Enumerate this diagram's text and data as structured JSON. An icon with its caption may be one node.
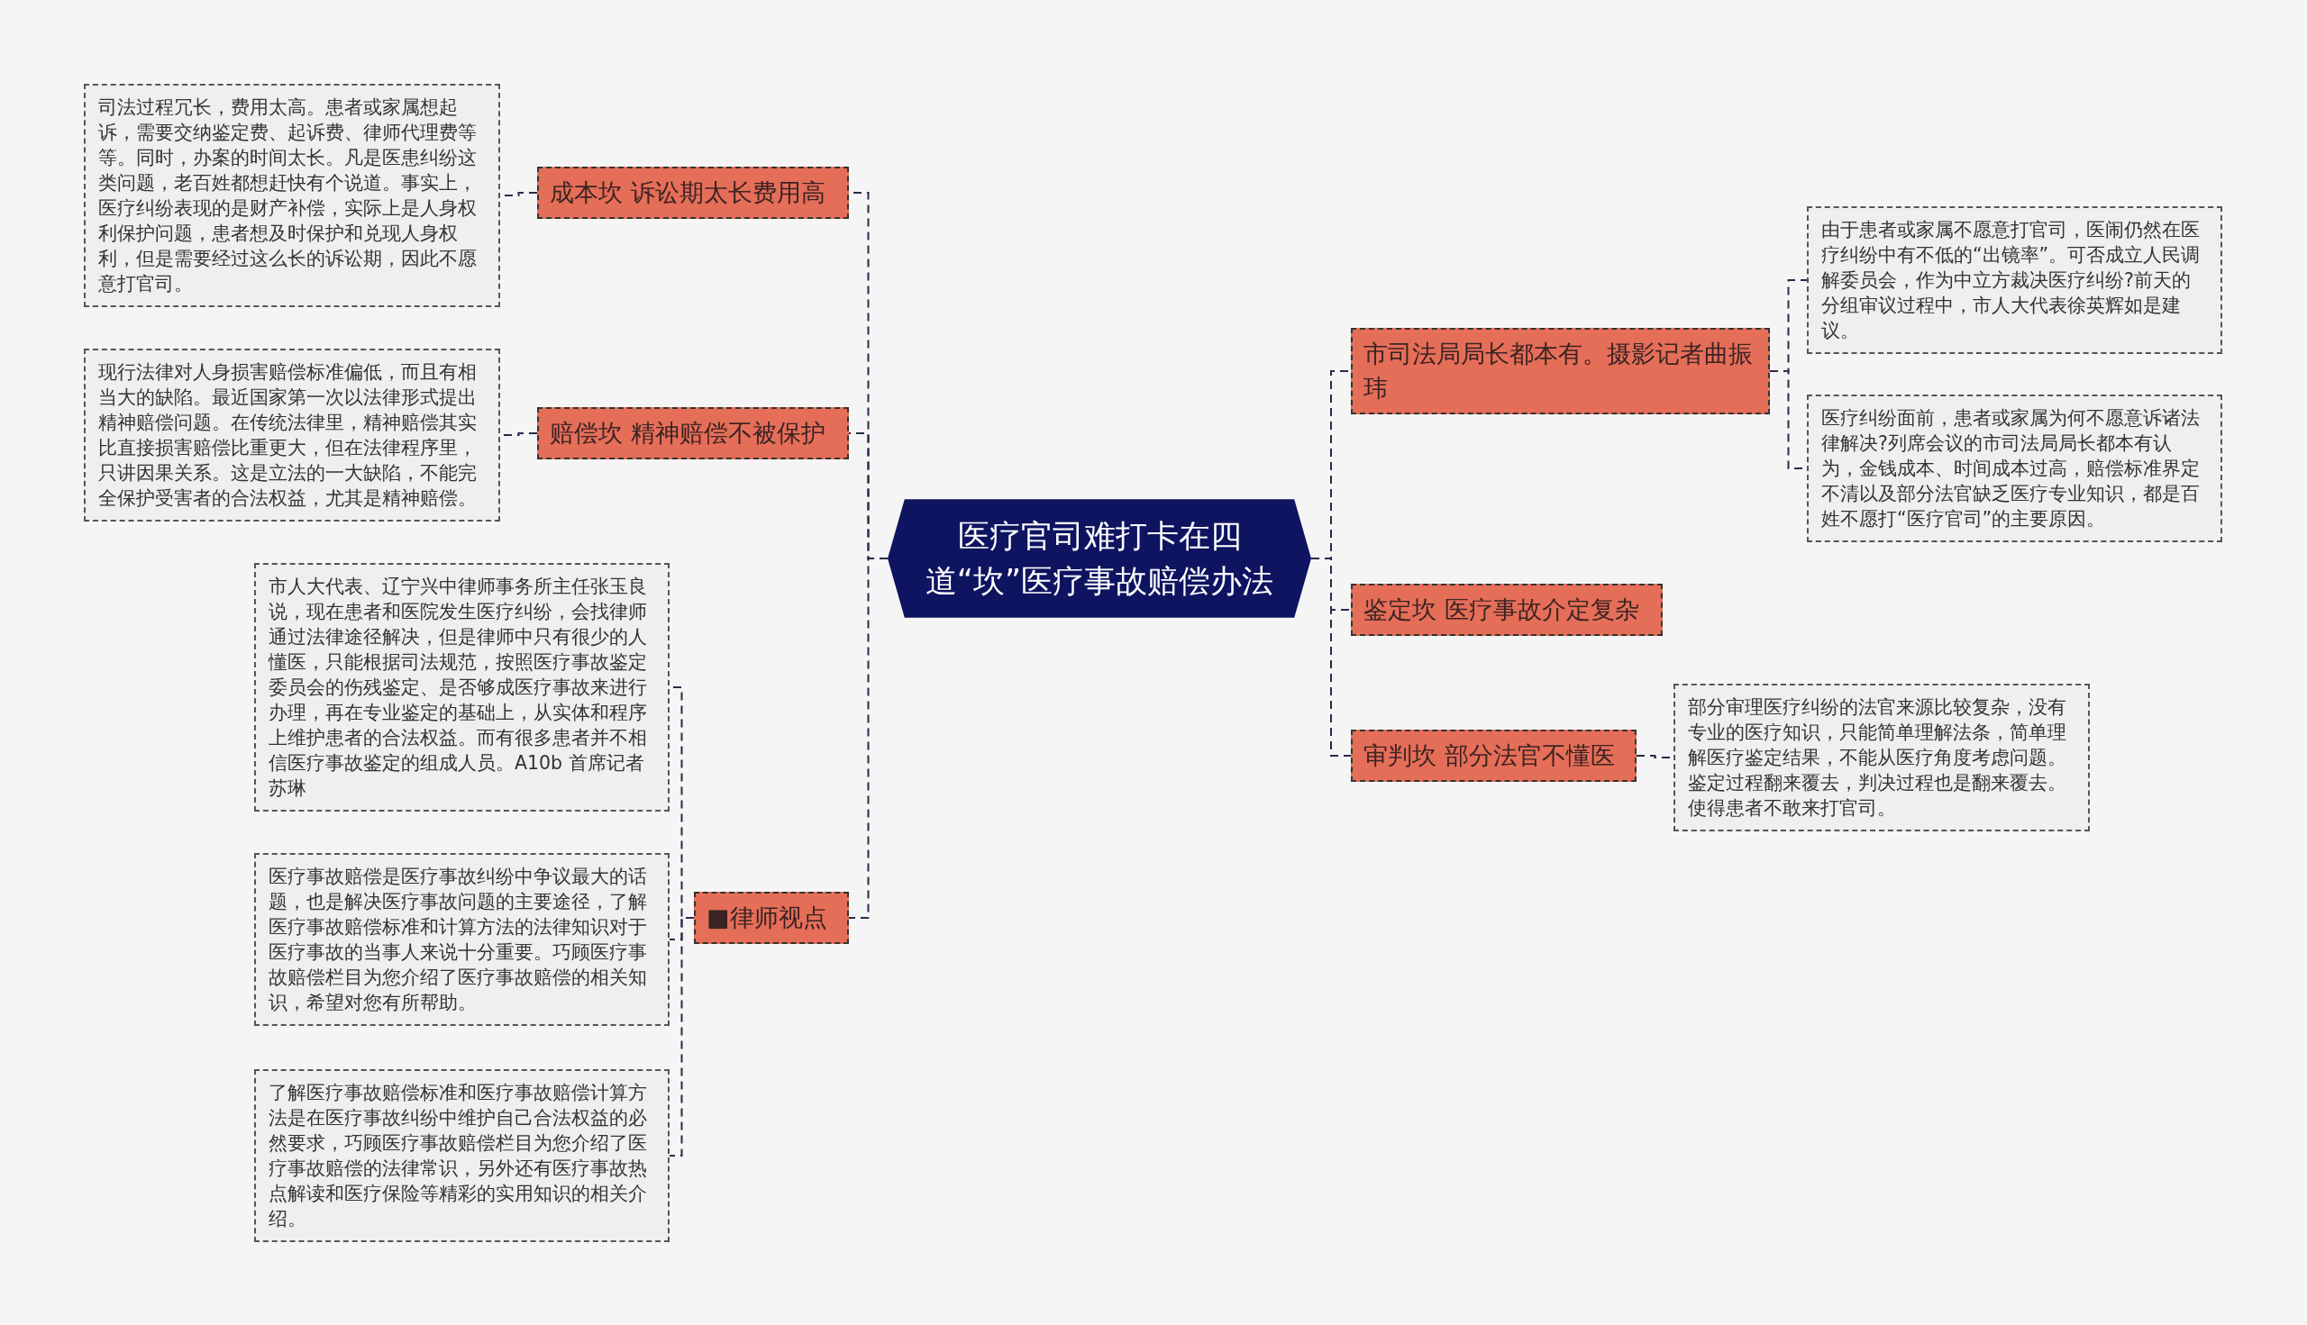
{
  "diagram": {
    "nodes": [
      {
        "text": [
          "医疗官司难打卡在四道“坎”医疗事故赔偿办法"
        ]
      },
      {
        "text": [
          "成本坎 诉讼期太长费用高"
        ]
      },
      {
        "text": [
          "司法过程冗长，费用太高。患者或家属想起诉，需要交纳鉴定费、起诉费、律师代理费等等。同时，办案的时间太长。凡是医患纠纷这类问题，老百姓都想赶快有个说道。事实上，医疗纠纷表现的是财产补偿，实际上是人身权利保护问题，患者想及时保护和兑现人身权利，但是需要经过这么长的诉讼期，因此不愿意打官司。"
        ]
      },
      {
        "text": [
          "赔偿坎 精神赔偿不被保护"
        ]
      },
      {
        "text": [
          "现行法律对人身损害赔偿标准偏低，而且有相当大的缺陷。最近国家第一次以法律形式提出精神赔偿问题。在传统法律里，精神赔偿其实比直接损害赔偿比重更大，但在法律程序里，只讲因果关系。这是立法的一大缺陷，不能完全保护受害者的合法权益，尤其是精神赔偿。"
        ]
      },
      {
        "text": [
          "■律师视点"
        ]
      },
      {
        "text": [
          "市人大代表、辽宁兴中律师事务所主任张玉良说，现在患者和医院发生医疗纠纷，会找律师通过法律途径解决，但是律师中只有很少的人懂医，只能根据司法规范，按照医疗事故鉴定委员会的伤残鉴定、是否够成医疗事故来进行办理，再在专业鉴定的基础上，从实体和程序上维护患者的合法权益。而有很多患者并不相信医疗事故鉴定的组成人员。A10b  首席记者苏琳"
        ]
      },
      {
        "text": [
          "医疗事故赔偿是医疗事故纠纷中争议最大的话题，也是解决医疗事故问题的主要途径，了解医疗事故赔偿标准和计算方法的法律知识对于医疗事故的当事人来说十分重要。巧顾医疗事故赔偿栏目为您介绍了医疗事故赔偿的相关知识，希望对您有所帮助。"
        ]
      },
      {
        "text": [
          "了解医疗事故赔偿标准和医疗事故赔偿计算方法是在医疗事故纠纷中维护自己合法权益的必然要求，巧顾医疗事故赔偿栏目为您介绍了医疗事故赔偿的法律常识，另外还有医疗事故热点解读和医疗保险等精彩的实用知识的相关介绍。"
        ]
      },
      {
        "text": [
          "市司法局局长都本有。摄影记者曲振玮"
        ]
      },
      {
        "text": [
          "由于患者或家属不愿意打官司，医闹仍然在医疗纠纷中有不低的“出镜率”。可否成立人民调解委员会，作为中立方裁决医疗纠纷?前天的分组审议过程中，市人大代表徐英辉如是建议。"
        ]
      },
      {
        "text": [
          "医疗纠纷面前，患者或家属为何不愿意诉诸法律解决?列席会议的市司法局局长都本有认为，金钱成本、时间成本过高，赔偿标准界定不清以及部分法官缺乏医疗专业知识，都是百姓不愿打“医疗官司”的主要原因。"
        ]
      },
      {
        "text": [
          "鉴定坎 医疗事故介定复杂"
        ]
      },
      {
        "text": [
          "审判坎 部分法官不懂医"
        ]
      },
      {
        "text": [
          "部分审理医疗纠纷的法官来源比较复杂，没有专业的医疗知识，只能简单理解法条，简单理解医疗鉴定结果，不能从医疗角度考虑问题。鉴定过程翻来覆去，判决过程也是翻来覆去。使得患者不敢来打官司。"
        ]
      }
    ],
    "edges": [
      {
        "from": 0,
        "to": 1,
        "arrow": "none",
        "style": "dashed"
      },
      {
        "from": 0,
        "to": 3,
        "arrow": "none",
        "style": "dashed"
      },
      {
        "from": 0,
        "to": 5,
        "arrow": "none",
        "style": "dashed"
      },
      {
        "from": 0,
        "to": 9,
        "arrow": "none",
        "style": "dashed"
      },
      {
        "from": 0,
        "to": 12,
        "arrow": "none",
        "style": "dashed"
      },
      {
        "from": 0,
        "to": 13,
        "arrow": "none",
        "style": "dashed"
      },
      {
        "from": 1,
        "to": 2,
        "arrow": "none",
        "style": "dashed"
      },
      {
        "from": 3,
        "to": 4,
        "arrow": "none",
        "style": "dashed"
      },
      {
        "from": 5,
        "to": 6,
        "arrow": "none",
        "style": "dashed"
      },
      {
        "from": 5,
        "to": 7,
        "arrow": "none",
        "style": "dashed"
      },
      {
        "from": 5,
        "to": 8,
        "arrow": "none",
        "style": "dashed"
      },
      {
        "from": 9,
        "to": 10,
        "arrow": "none",
        "style": "dashed"
      },
      {
        "from": 9,
        "to": 11,
        "arrow": "none",
        "style": "dashed"
      },
      {
        "from": 13,
        "to": 14,
        "arrow": "none",
        "style": "dashed"
      }
    ]
  }
}
